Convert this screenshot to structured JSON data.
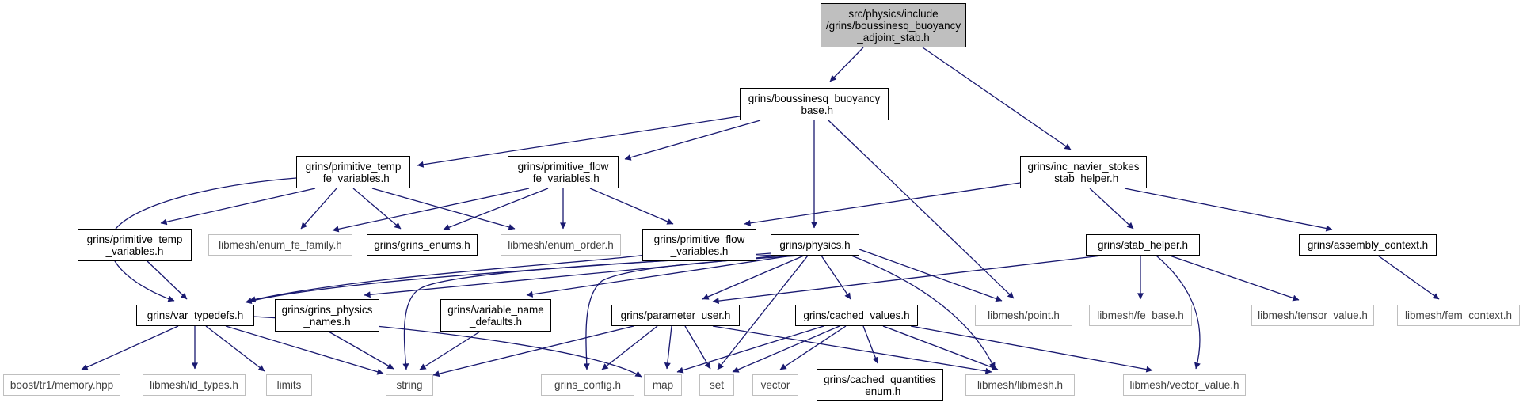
{
  "colors": {
    "edge": "#191970",
    "root_fill": "#bfbfbf",
    "ext_border": "#bfbfbf",
    "node_border": "#000000"
  },
  "nodes": {
    "root": "src/physics/include\n/grins/boussinesq_buoyancy\n_adjoint_stab.h",
    "buoyancy_base": "grins/boussinesq_buoyancy\n_base.h",
    "inc_ns_stab": "grins/inc_navier_stokes\n_stab_helper.h",
    "prim_temp_fe": "grins/primitive_temp\n_fe_variables.h",
    "prim_flow_fe": "grins/primitive_flow\n_fe_variables.h",
    "prim_temp_var": "grins/primitive_temp\n_variables.h",
    "enum_fe_family": "libmesh/enum_fe_family.h",
    "grins_enums": "grins/grins_enums.h",
    "enum_order": "libmesh/enum_order.h",
    "prim_flow_var": "grins/primitive_flow\n_variables.h",
    "physics": "grins/physics.h",
    "stab_helper": "grins/stab_helper.h",
    "assembly_context": "grins/assembly_context.h",
    "var_typedefs": "grins/var_typedefs.h",
    "physics_names": "grins/grins_physics\n_names.h",
    "var_name_defaults": "grins/variable_name\n_defaults.h",
    "param_user": "grins/parameter_user.h",
    "cached_values": "grins/cached_values.h",
    "point": "libmesh/point.h",
    "fe_base": "libmesh/fe_base.h",
    "tensor_value": "libmesh/tensor_value.h",
    "fem_context": "libmesh/fem_context.h",
    "memory": "boost/tr1/memory.hpp",
    "id_types": "libmesh/id_types.h",
    "limits": "limits",
    "string": "string",
    "grins_config": "grins_config.h",
    "map": "map",
    "set": "set",
    "vector": "vector",
    "cached_qty_enum": "grins/cached_quantities\n_enum.h",
    "libmesh": "libmesh/libmesh.h",
    "vector_value": "libmesh/vector_value.h"
  }
}
